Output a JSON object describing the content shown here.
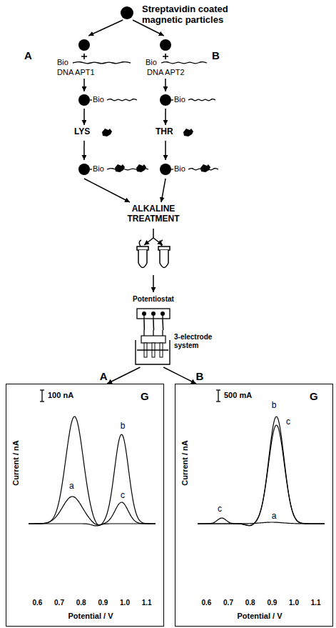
{
  "diagram": {
    "nodes": [
      {
        "text": [
          "Streptavidin coated magnetic particles"
        ]
      },
      {
        "text": [
          "Bio",
          "DNA APT1"
        ]
      },
      {
        "text": [
          "Bio",
          "DNA APT2"
        ]
      },
      {
        "text": [
          "Bio"
        ]
      },
      {
        "text": [
          "Bio"
        ]
      },
      {
        "text": [
          "LYS"
        ]
      },
      {
        "text": [
          "THR"
        ]
      },
      {
        "text": [
          "Bio"
        ]
      },
      {
        "text": [
          "Bio"
        ]
      },
      {
        "text": [
          "ALKALINE TREATMENT"
        ]
      },
      {
        "text": [
          "Potentiostat"
        ]
      },
      {
        "text": [
          "3-electrode system"
        ]
      },
      {
        "text": [
          "100 nA",
          "G",
          "Current / nA",
          "a",
          "b",
          "c",
          "0.6",
          "0.7",
          "0.8",
          "0.9",
          "1.0",
          "1.1",
          "Potential / V"
        ]
      },
      {
        "text": [
          "500 mA",
          "G",
          "Current / nA",
          "b",
          "c",
          "c",
          "a",
          "0.6",
          "0.7",
          "0.8",
          "0.9",
          "1.0",
          "1.1",
          "Potential / V"
        ]
      }
    ],
    "edges": [
      {
        "from": 0,
        "to": 1,
        "arrow": "to"
      },
      {
        "from": 0,
        "to": 2,
        "arrow": "to"
      },
      {
        "from": 1,
        "to": 3,
        "arrow": "to"
      },
      {
        "from": 2,
        "to": 4,
        "arrow": "to"
      },
      {
        "from": 3,
        "to": 5,
        "arrow": "to"
      },
      {
        "from": 4,
        "to": 6,
        "arrow": "to"
      },
      {
        "from": 5,
        "to": 7,
        "arrow": "to"
      },
      {
        "from": 6,
        "to": 8,
        "arrow": "to"
      },
      {
        "from": 7,
        "to": 9,
        "arrow": "to"
      },
      {
        "from": 8,
        "to": 9,
        "arrow": "to"
      },
      {
        "from": 10,
        "to": 11,
        "arrow": "none"
      },
      {
        "from": 10,
        "to": 11,
        "arrow": "none"
      },
      {
        "from": 10,
        "to": 11,
        "arrow": "none"
      },
      {
        "from": 11,
        "to": 12,
        "label": "A",
        "arrow": "to"
      },
      {
        "from": 11,
        "to": 13,
        "label": "B",
        "arrow": "to"
      }
    ],
    "labels": [
      "A",
      "B"
    ]
  }
}
